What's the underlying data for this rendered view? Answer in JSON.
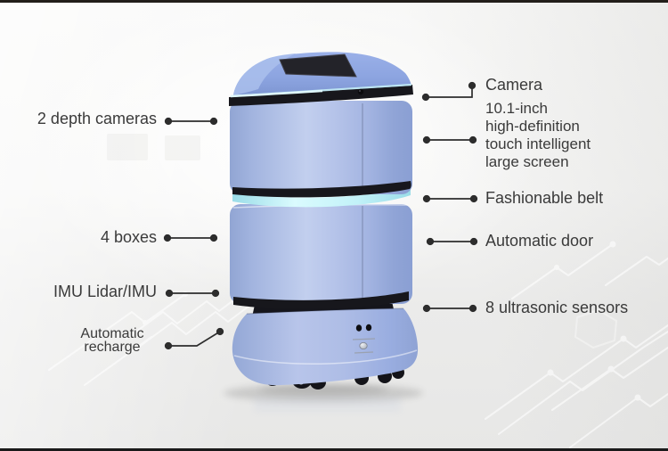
{
  "page": {
    "name": "robot-feature-diagram",
    "description_visible": false
  },
  "colors": {
    "robot_blue": "#a9bbe4",
    "robot_blue_dark": "#8aa0d2",
    "belt_cyan": "#d8fafd",
    "dark_band": "#17171c",
    "label_text": "#3a3a3a",
    "connector": "#2d2d2d",
    "background_light": "#f7f7f6",
    "background_floor": "#e8e8e7"
  },
  "labels": {
    "left": [
      {
        "id": "depth-cameras",
        "text": "2 depth cameras"
      },
      {
        "id": "boxes",
        "text": "4 boxes"
      },
      {
        "id": "imu-lidar",
        "text": "IMU Lidar/IMU"
      },
      {
        "id": "auto-recharge",
        "lines": [
          "Automatic",
          "recharge"
        ]
      }
    ],
    "right": [
      {
        "id": "camera",
        "text": "Camera"
      },
      {
        "id": "touch-screen",
        "lines": [
          "10.1-inch",
          "high-definition",
          "touch intelligent",
          "large screen"
        ]
      },
      {
        "id": "fashionable-belt",
        "text": "Fashionable belt"
      },
      {
        "id": "automatic-door",
        "text": "Automatic door"
      },
      {
        "id": "ultrasonic-sensors",
        "text": "8 ultrasonic sensors"
      }
    ]
  }
}
